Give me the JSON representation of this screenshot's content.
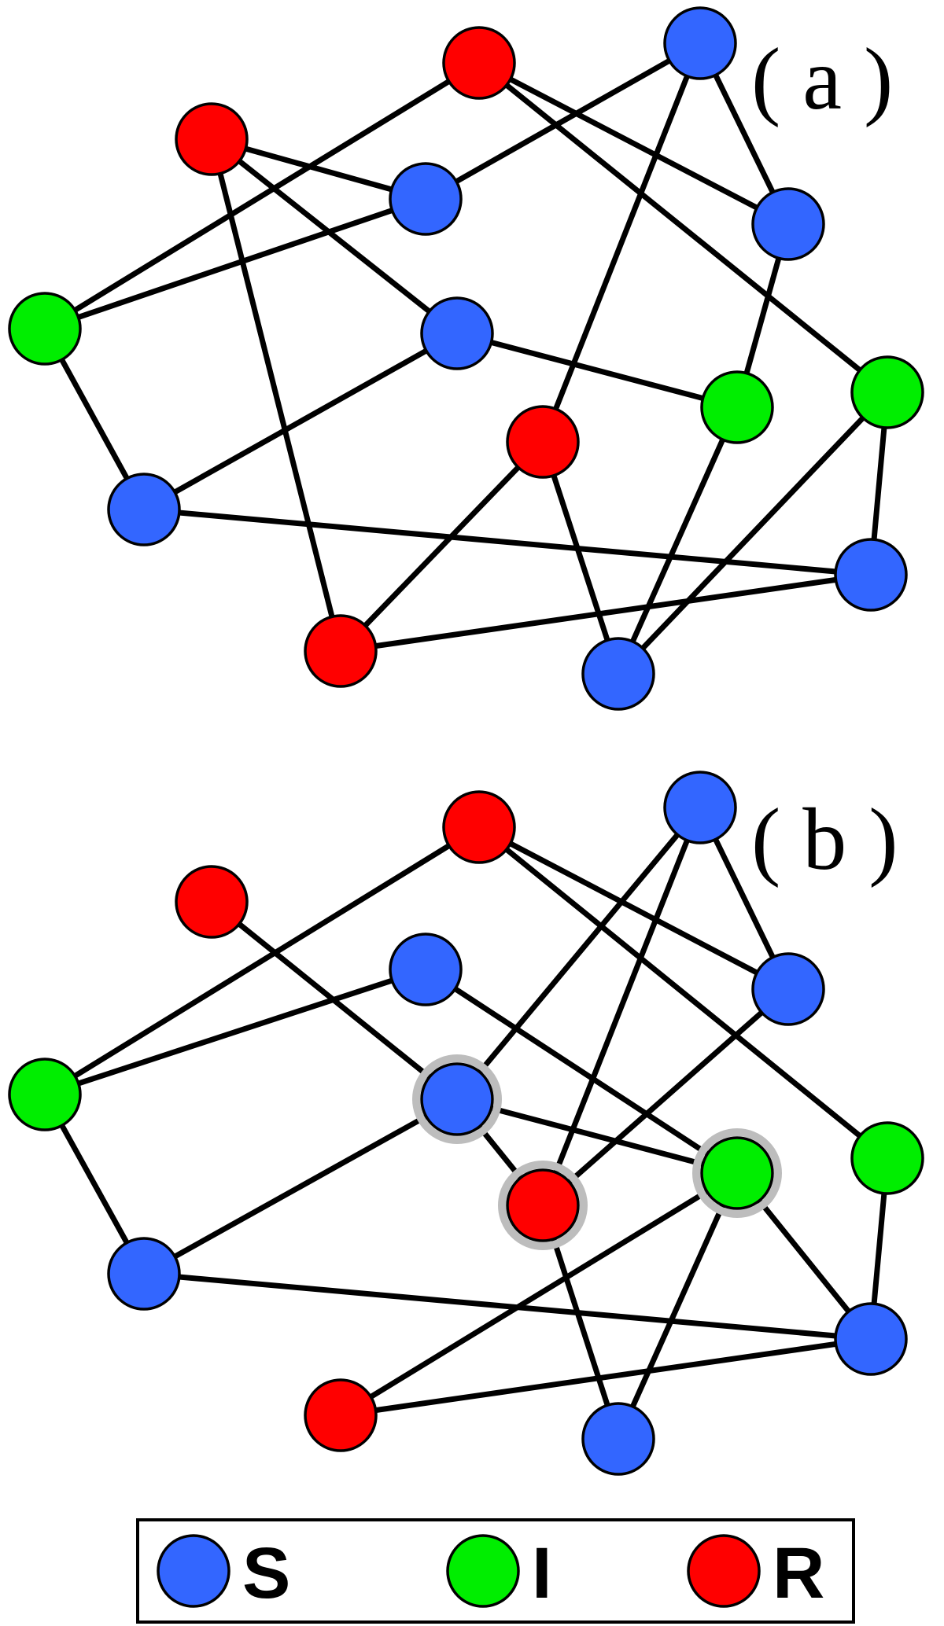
{
  "colors": {
    "S": "#3366ff",
    "I": "#00ee00",
    "R": "#ff0000"
  },
  "panels": [
    {
      "id": "a",
      "label": "( a )",
      "nodes": [
        {
          "id": 1,
          "state": "R"
        },
        {
          "id": 2,
          "state": "S"
        },
        {
          "id": 3,
          "state": "R"
        },
        {
          "id": 4,
          "state": "S"
        },
        {
          "id": 5,
          "state": "S"
        },
        {
          "id": 6,
          "state": "I"
        },
        {
          "id": 7,
          "state": "S"
        },
        {
          "id": 8,
          "state": "I"
        },
        {
          "id": 9,
          "state": "I"
        },
        {
          "id": 10,
          "state": "R"
        },
        {
          "id": 11,
          "state": "S"
        },
        {
          "id": 12,
          "state": "S"
        },
        {
          "id": 13,
          "state": "R"
        },
        {
          "id": 14,
          "state": "S"
        }
      ],
      "edges": [
        [
          1,
          6
        ],
        [
          1,
          5
        ],
        [
          1,
          9
        ],
        [
          2,
          4
        ],
        [
          2,
          10
        ],
        [
          2,
          5
        ],
        [
          3,
          4
        ],
        [
          3,
          7
        ],
        [
          3,
          13
        ],
        [
          4,
          6
        ],
        [
          5,
          8
        ],
        [
          6,
          11
        ],
        [
          7,
          11
        ],
        [
          7,
          8
        ],
        [
          8,
          14
        ],
        [
          9,
          12
        ],
        [
          9,
          14
        ],
        [
          10,
          13
        ],
        [
          10,
          14
        ],
        [
          11,
          12
        ],
        [
          12,
          13
        ]
      ]
    },
    {
      "id": "b",
      "label": "( b )",
      "highlighted": [
        7,
        8,
        10
      ],
      "nodes": [
        {
          "id": 1,
          "state": "R"
        },
        {
          "id": 2,
          "state": "S"
        },
        {
          "id": 3,
          "state": "R"
        },
        {
          "id": 4,
          "state": "S"
        },
        {
          "id": 5,
          "state": "S"
        },
        {
          "id": 6,
          "state": "I"
        },
        {
          "id": 7,
          "state": "S"
        },
        {
          "id": 8,
          "state": "I"
        },
        {
          "id": 9,
          "state": "I"
        },
        {
          "id": 10,
          "state": "R"
        },
        {
          "id": 11,
          "state": "S"
        },
        {
          "id": 12,
          "state": "S"
        },
        {
          "id": 13,
          "state": "R"
        },
        {
          "id": 14,
          "state": "S"
        }
      ],
      "edges": [
        [
          1,
          6
        ],
        [
          1,
          5
        ],
        [
          1,
          9
        ],
        [
          2,
          5
        ],
        [
          2,
          7
        ],
        [
          2,
          10
        ],
        [
          3,
          7
        ],
        [
          4,
          6
        ],
        [
          4,
          8
        ],
        [
          5,
          10
        ],
        [
          6,
          11
        ],
        [
          7,
          11
        ],
        [
          7,
          8
        ],
        [
          7,
          10
        ],
        [
          8,
          12
        ],
        [
          8,
          13
        ],
        [
          8,
          14
        ],
        [
          9,
          12
        ],
        [
          10,
          14
        ],
        [
          11,
          12
        ],
        [
          12,
          13
        ]
      ]
    }
  ],
  "legend": [
    {
      "state": "S",
      "label": "S"
    },
    {
      "state": "I",
      "label": "I"
    },
    {
      "state": "R",
      "label": "R"
    }
  ]
}
